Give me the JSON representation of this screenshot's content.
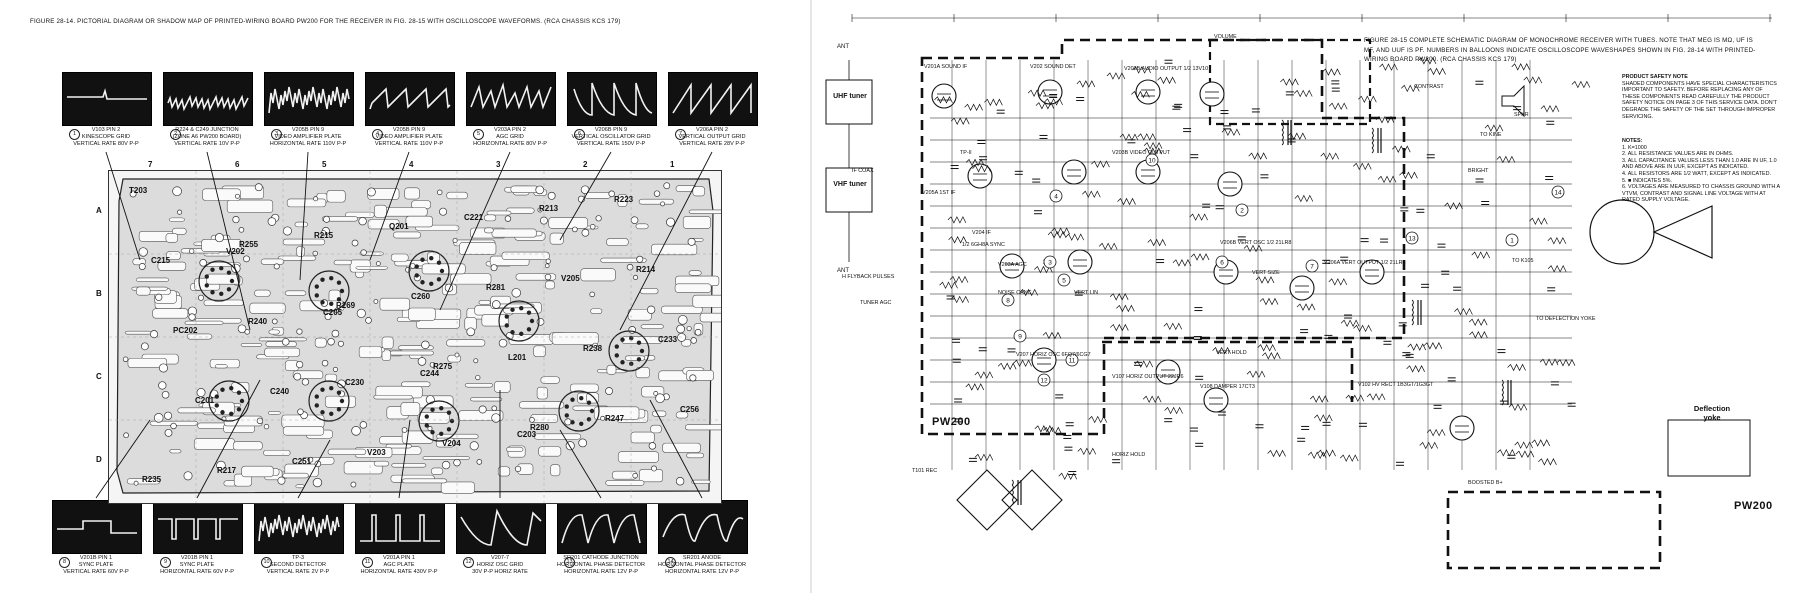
{
  "left_page": {
    "caption": "FIGURE 28-14. PICTORIAL DIAGRAM OR SHADOW MAP OF PRINTED-WIRING BOARD PW200 FOR THE RECEIVER IN FIG. 28-15 WITH OSCILLOSCOPE WAVEFORMS. (RCA CHASSIS KCS 179)",
    "top_scopes": [
      {
        "lines": [
          "V103 PIN 2",
          "KINESCOPE GRID",
          "VERTICAL RATE 80V P-P"
        ],
        "num": "1",
        "wave": "flatpulse"
      },
      {
        "lines": [
          "R224 & C249 JUNCTION",
          "(ZONE A6 PW200 BOARD)",
          "VERTICAL RATE 10V P-P"
        ],
        "num": "2",
        "wave": "noisy"
      },
      {
        "lines": [
          "V205B PIN 9",
          "VIDEO AMPLIFIER PLATE",
          "HORIZONTAL RATE 110V P-P"
        ],
        "num": "3",
        "wave": "video"
      },
      {
        "lines": [
          "V205B PIN 9",
          "VIDEO AMPLIFIER PLATE",
          "VERTICAL RATE 110V P-P"
        ],
        "num": "4",
        "wave": "video2"
      },
      {
        "lines": [
          "V203A PIN 2",
          "AGC GRID",
          "HORIZONTAL RATE 80V P-P"
        ],
        "num": "5",
        "wave": "agc"
      },
      {
        "lines": [
          "V206B PIN 9",
          "VERTICAL OSCILLATOR GRID",
          "VERTICAL RATE 150V P-P"
        ],
        "num": "6",
        "wave": "oscgrid"
      },
      {
        "lines": [
          "V206A PIN 2",
          "VERTICAL OUTPUT GRID",
          "VERTICAL RATE 28V P-P"
        ],
        "num": "7",
        "wave": "saw"
      }
    ],
    "bottom_scopes": [
      {
        "lines": [
          "V201B PIN 1",
          "SYNC PLATE",
          "VERTICAL RATE 60V P-P"
        ],
        "num": "8",
        "wave": "syncv"
      },
      {
        "lines": [
          "V201B PIN 1",
          "SYNC PLATE",
          "HORIZONTAL RATE 60V P-P"
        ],
        "num": "9",
        "wave": "synch"
      },
      {
        "lines": [
          "TP-3",
          "SECOND DETECTOR",
          "VERTICAL RATE 2V P-P"
        ],
        "num": "10",
        "wave": "video"
      },
      {
        "lines": [
          "V201A PIN 1",
          "AGC PLATE",
          "HORIZONTAL RATE 430V P-P"
        ],
        "num": "11",
        "wave": "pulses"
      },
      {
        "lines": [
          "V207-7",
          "HORIZ OSC GRID",
          "30V P-P HORIZ RATE"
        ],
        "num": "12",
        "wave": "spike"
      },
      {
        "lines": [
          "SR201 CATHODE JUNCTION",
          "HORIZONTAL PHASE DETECTOR",
          "HORIZONTAL RATE 12V P-P"
        ],
        "num": "13",
        "wave": "arch"
      },
      {
        "lines": [
          "SR201 ANODE",
          "HORIZONTAL PHASE DETECTOR",
          "HORIZONTAL RATE 12V P-P"
        ],
        "num": "14",
        "wave": "arch2"
      }
    ],
    "grid_cols": [
      "7",
      "6",
      "5",
      "4",
      "3",
      "2",
      "1"
    ],
    "grid_rows": [
      "A",
      "B",
      "C",
      "D"
    ],
    "pcb_labels": [
      "T203",
      "V202",
      "C205",
      "C244",
      "C203",
      "R223",
      "C215",
      "R240",
      "C230",
      "V204",
      "R213",
      "R214",
      "PC202",
      "C240",
      "V203",
      "C221",
      "V205",
      "C233",
      "C201",
      "C251",
      "Q201",
      "R281",
      "R238",
      "C256",
      "R217",
      "R215",
      "C260",
      "L201",
      "R247",
      "R235",
      "R255",
      "R269",
      "R275",
      "R280"
    ]
  },
  "right_page": {
    "caption": "FIGURE 28-15 COMPLETE SCHEMATIC DIAGRAM OF MONOCHROME RECEIVER WITH TUBES. NOTE THAT MEG IS MΩ, UF IS μF, AND UUF IS pF. NUMBERS IN BALLOONS INDICATE OSCILLOSCOPE WAVESHAPES SHOWN IN FIG. 28-14 WITH PRINTED-WIRING BOARD PW200. (RCA CHASSIS KCS 179)",
    "tuners": [
      "UHF tuner",
      "VHF tuner"
    ],
    "ant_labels": [
      "ANT",
      "ANT"
    ],
    "pw200": [
      "PW200",
      "PW200"
    ],
    "stage_labels": [
      "V201A SOUND IF",
      "V202 SOUND DET",
      "V202B AUDIO OUTPUT 1/2 13V10",
      "VOLUME",
      "TP-II",
      "V203B VIDEO OUTPUT",
      "V204 IF",
      "V205A 1ST IF",
      "1/2 6GH8A SYNC",
      "V203A AGC",
      "NOISE CANC",
      "VERT LIN",
      "V206B VERT OSC 1/2 21LR8",
      "VERT SIZE",
      "V206A VERT OUTPUT 1/2 21LR8",
      "V207 HORIZ OSC 6FQ7/6CG7",
      "VERT HOLD",
      "V107 HORIZ OUTPUT 22JR6",
      "V108 DAMPER 17CT3",
      "V102 HV RECT 1B3GT/1G3GT",
      "HORIZ HOLD",
      "CONTRAST",
      "BRIGHT",
      "SPKR",
      "TO KINE",
      "TO K105",
      "TO DEFLECTION YOKE",
      "IF COAX",
      "TUNER AGC",
      "H flyback pulses",
      "T101 REC",
      "Boosted B+"
    ],
    "safety_heading": "PRODUCT SAFETY NOTE",
    "safety_text": "SHADED COMPONENTS HAVE SPECIAL CHARACTERISTICS IMPORTANT TO SAFETY. BEFORE REPLACING ANY OF THESE COMPONENTS READ CAREFULLY THE PRODUCT SAFETY NOTICE ON PAGE 3 OF THIS SERVICE DATA. DON'T DEGRADE THE SAFETY OF THE SET THROUGH IMPROPER SERVICING.",
    "notes_heading": "NOTES:",
    "notes": [
      "1. K=1000",
      "2. ALL RESISTANCE VALUES ARE IN OHMS.",
      "3. ALL CAPACITANCE VALUES LESS THAN 1.0 ARE IN UF, 1.0 AND ABOVE ARE IN UUF, EXCEPT AS INDICATED.",
      "4. ALL RESISTORS ARE 1/2 WATT, EXCEPT AS INDICATED.",
      "5. ■ INDICATES 5%.",
      "6. VOLTAGES ARE MEASURED TO CHASSIS GROUND WITH A VTVM, CONTRAST AND SIGNAL LINE VOLTAGE WITH AT RATED SUPPLY VOLTAGE."
    ],
    "yoke_label": "Deflection yoke",
    "balloons": [
      "1",
      "2",
      "3",
      "4",
      "5",
      "6",
      "7",
      "8",
      "9",
      "10",
      "11",
      "12",
      "13",
      "14"
    ]
  }
}
